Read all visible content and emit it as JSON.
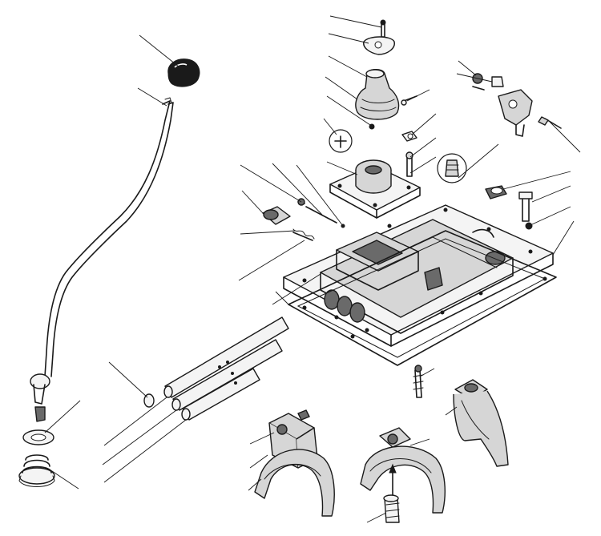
{
  "diagram": {
    "type": "exploded-view",
    "colors": {
      "ink": "#1a1a1a",
      "paper": "#ffffff",
      "shade": "#6a6a6a"
    },
    "parts": [
      {
        "name": "gear-lever-knob",
        "leader_count": 1
      },
      {
        "name": "gear-lever",
        "leader_count": 1
      },
      {
        "name": "lever-spring-washer",
        "leader_count": 1
      },
      {
        "name": "lever-spring",
        "leader_count": 1
      },
      {
        "name": "top-bolt-and-clamp",
        "leader_count": 2
      },
      {
        "name": "rubber-boot",
        "leader_count": 2
      },
      {
        "name": "small-bolt",
        "leader_count": 1
      },
      {
        "name": "ball-cap",
        "leader_count": 1
      },
      {
        "name": "lever-housing-cover",
        "leader_count": 2
      },
      {
        "name": "detent-plug-and-spring",
        "leader_count": 3
      },
      {
        "name": "nut-and-stud",
        "leader_count": 2
      },
      {
        "name": "breather-fitting",
        "leader_count": 1
      },
      {
        "name": "reverse-stop-assembly",
        "leader_count": 3
      },
      {
        "name": "plug-and-bolt",
        "leader_count": 3
      },
      {
        "name": "shift-housing-cover",
        "leader_count": 3
      },
      {
        "name": "cover-gasket",
        "leader_count": 1
      },
      {
        "name": "interlock-pin",
        "leader_count": 1
      },
      {
        "name": "shift-rods",
        "leader_count": 3
      },
      {
        "name": "detent-spring",
        "leader_count": 1
      },
      {
        "name": "shift-fork-first-second",
        "leader_count": 3
      },
      {
        "name": "shift-fork-third-fourth",
        "leader_count": 1
      },
      {
        "name": "fork-lock-bolt",
        "leader_count": 1
      },
      {
        "name": "shift-fork-reverse",
        "leader_count": 1
      }
    ]
  }
}
